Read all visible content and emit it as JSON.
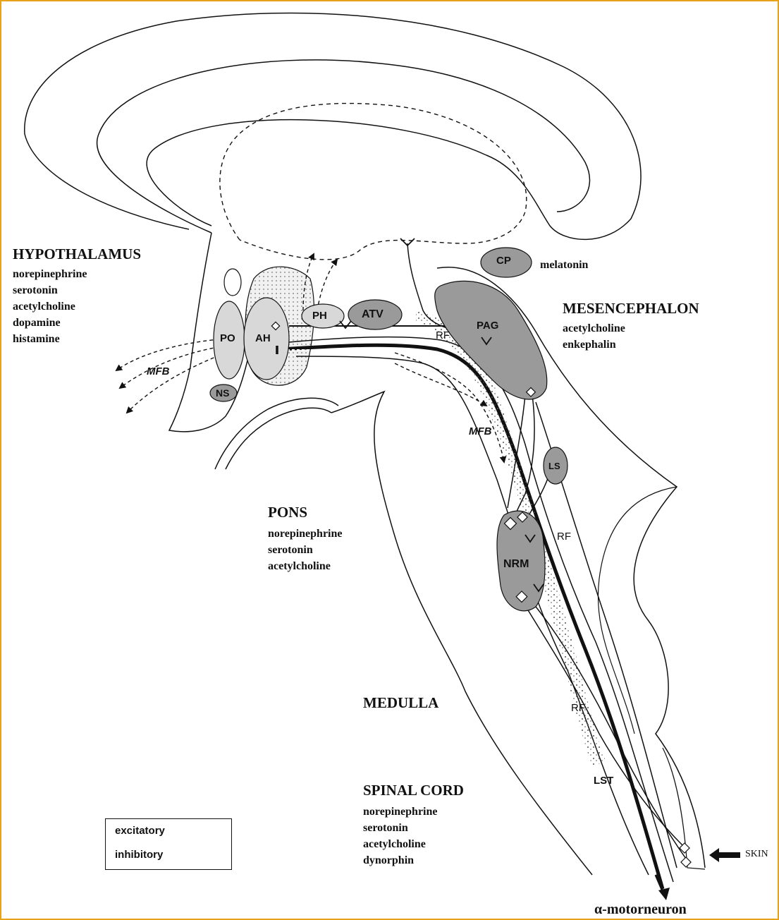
{
  "regions": {
    "hypothalamus": {
      "title": "HYPOTHALAMUS",
      "transmitters": [
        "norepinephrine",
        "serotonin",
        "acetylcholine",
        "dopamine",
        "histamine"
      ]
    },
    "mesencephalon": {
      "title": "MESENCEPHALON",
      "transmitters": [
        "acetylcholine",
        "enkephalin"
      ]
    },
    "pons": {
      "title": "PONS",
      "transmitters": [
        "norepinephrine",
        "serotonin",
        "acetylcholine"
      ]
    },
    "medulla": {
      "title": "MEDULLA",
      "transmitters": []
    },
    "spinal_cord": {
      "title": "SPINAL CORD",
      "transmitters": [
        "norepinephrine",
        "serotonin",
        "acetylcholine",
        "dynorphin"
      ]
    }
  },
  "nuclei": {
    "cp": "CP",
    "melatonin": "melatonin",
    "po": "PO",
    "ah": "AH",
    "ns": "NS",
    "ph": "PH",
    "atv": "ATV",
    "pag": "PAG",
    "ls": "LS",
    "nrm": "NRM"
  },
  "tract_labels": {
    "mfb_hypothalamus": "MFB",
    "mfb_brainstem": "MFB",
    "rf_mesencephalon": "RF",
    "rf_pons": "RF",
    "rf_medulla": "RF",
    "lst": "LST"
  },
  "legend": {
    "excitatory": "excitatory",
    "inhibitory": "inhibitory"
  },
  "outputs": {
    "motorneuron": "α-motorneuron",
    "skin": "SKIN"
  },
  "colors": {
    "frame": "#e8a21a",
    "light_gray_nucleus": "#d8d8d8",
    "dark_gray_nucleus": "#9a9a9a",
    "stroke": "#111111"
  }
}
